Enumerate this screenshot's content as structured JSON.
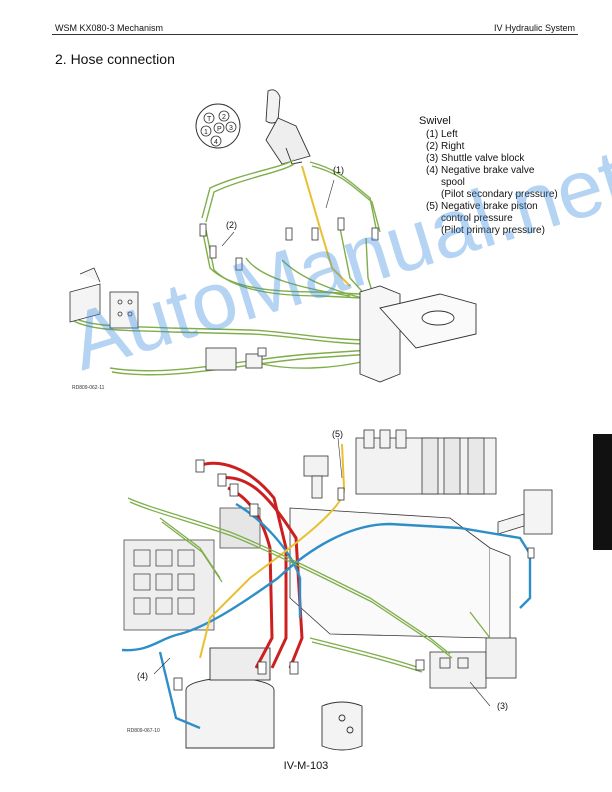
{
  "header": {
    "left": "WSM KX080-3 Mechanism",
    "right": "IV Hydraulic System"
  },
  "section_title": "2.  Hose connection",
  "legend": {
    "title": "Swivel",
    "items": [
      "(1) Left",
      "(2) Right",
      "(3) Shuttle valve block",
      "(4) Negative brake valve",
      "spool",
      "(Pilot secondary pressure)",
      "(5) Negative brake piston",
      "control pressure",
      "(Pilot primary pressure)"
    ]
  },
  "port_labels": [
    "T",
    "2",
    "1",
    "P",
    "3",
    "4"
  ],
  "callouts": {
    "c1": "(1)",
    "c2": "(2)",
    "c3": "(3)",
    "c4": "(4)",
    "c5": "(5)"
  },
  "captions": {
    "top": "RD809-062-11",
    "bottom": "RD809-067-10"
  },
  "watermark": "AutoManual.net",
  "page_number": "IV-M-103",
  "colors": {
    "pilot_green": "#7fae4a",
    "main_red": "#cc2020",
    "line_blue": "#2e8ec8",
    "line_yellow": "#e8c030",
    "tab_black": "#111111"
  }
}
